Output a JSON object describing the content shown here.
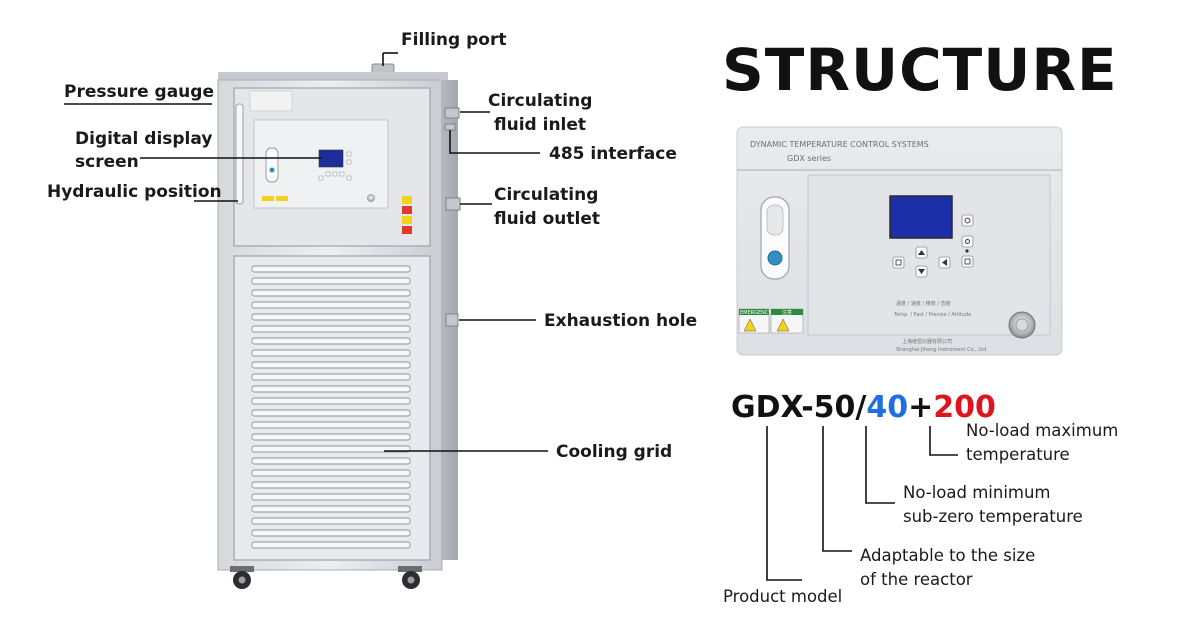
{
  "title": "STRUCTURE",
  "machine_callouts": {
    "filling_port": "Filling port",
    "pressure_gauge": "Pressure gauge",
    "digital_display": [
      "Digital display",
      "screen"
    ],
    "hydraulic_position": "Hydraulic position",
    "fluid_inlet": [
      "Circulating",
      "fluid inlet"
    ],
    "interface_485": "485 interface",
    "fluid_outlet": [
      "Circulating",
      "fluid outlet"
    ],
    "exhaustion_hole": "Exhaustion hole",
    "cooling_grid": "Cooling grid"
  },
  "panel": {
    "header": "DYNAMIC TEMPERATURE CONTROL SYSTEMS",
    "series": "GDX series",
    "caption_cn": "温度 / 速度 / 精度 / 态度",
    "caption_en": "Temp. / Fast / Precise / Attitude",
    "company_cn": "上海继恒仪器有限公司",
    "company_en": "Shanghai Jiheng Instrument Co., Ltd.",
    "badge_emergency": "EMERGENCY",
    "badge_warning": "注意"
  },
  "model_code": {
    "part_1": "GDX-50/",
    "part_2": "40",
    "part_3": "+",
    "part_4": "200",
    "colors": {
      "base": "#111111",
      "min_temp": "#1f6fe0",
      "max_temp": "#e0141c"
    }
  },
  "model_callouts": {
    "max_temp": [
      "No-load maximum",
      "temperature"
    ],
    "min_temp": [
      "No-load minimum",
      "sub-zero temperature"
    ],
    "reactor_size": [
      "Adaptable to the size",
      "of the reactor"
    ],
    "product_model": "Product model"
  }
}
